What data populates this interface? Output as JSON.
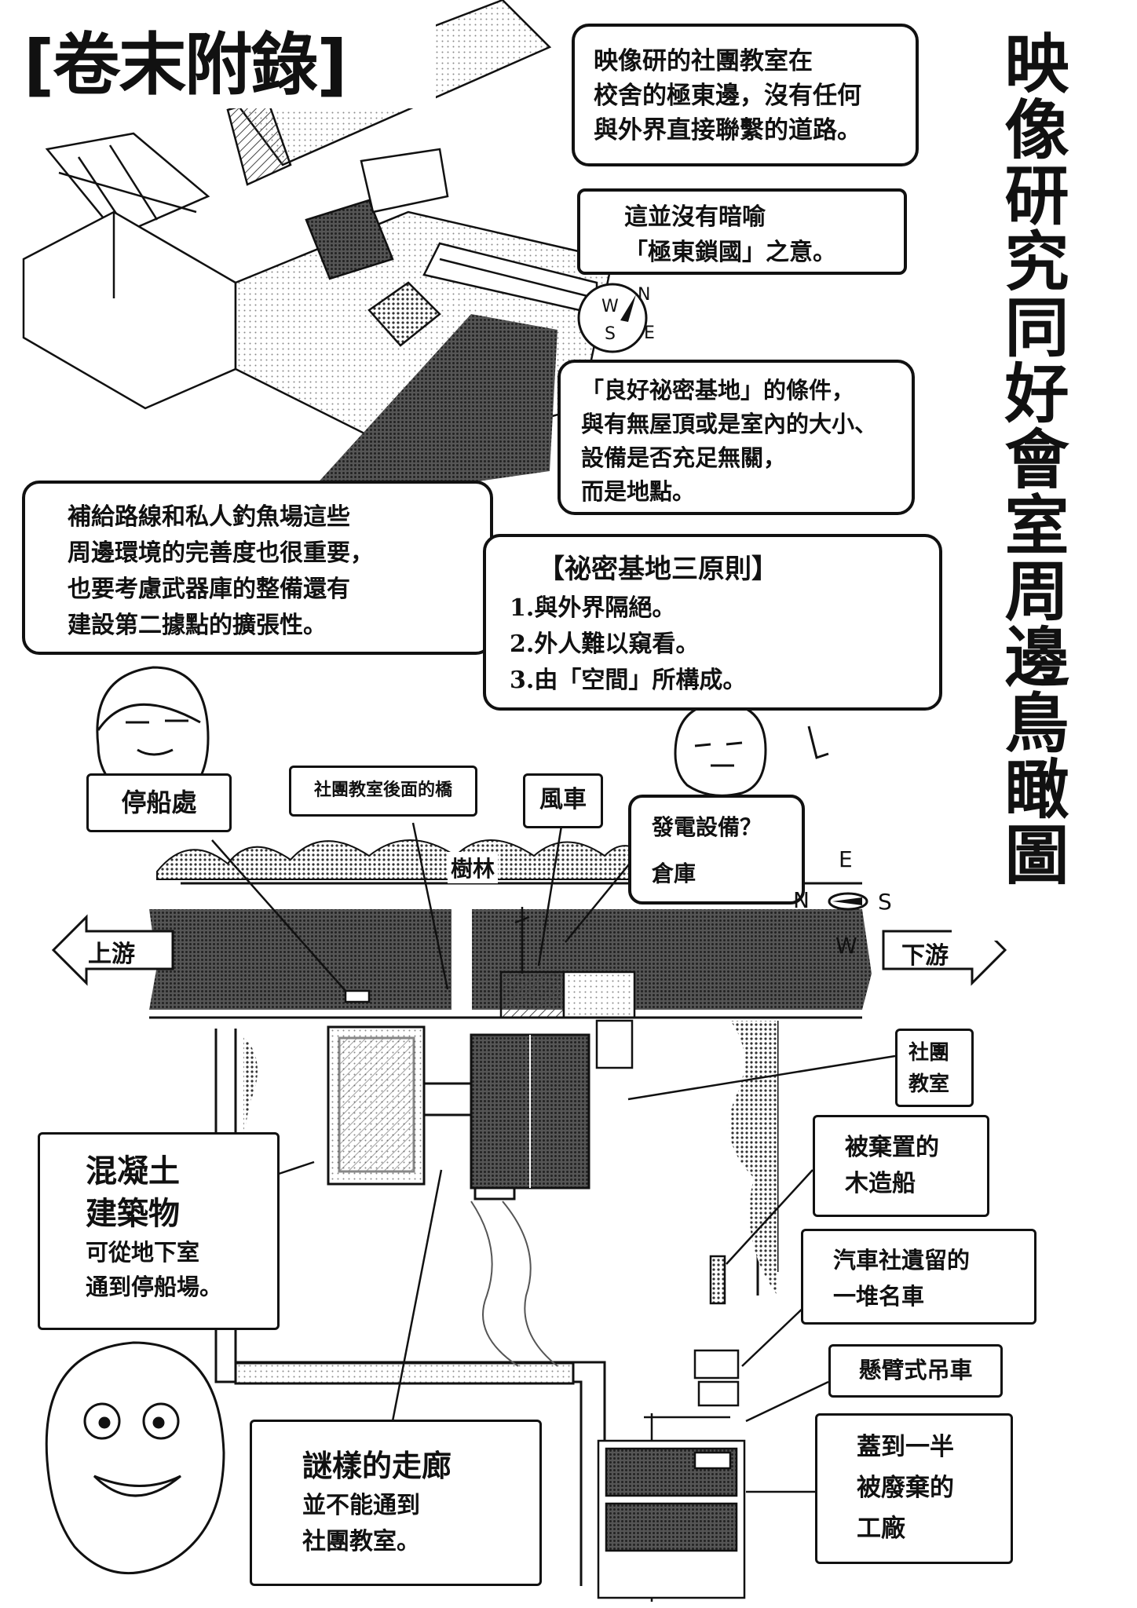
{
  "header": {
    "appendix_label": "[卷末附錄]",
    "vertical_title": "映像研究同好會室周邊鳥瞰圖"
  },
  "bubbles": {
    "intro": [
      "映像研的社團教室在",
      "校舍的極東邊，沒有任何",
      "與外界直接聯繫的道路。"
    ],
    "note": [
      "這並沒有暗喻",
      "「極東鎖國」之意。"
    ],
    "condition": [
      "「良好祕密基地」的條件，",
      "與有無屋頂或是室內的大小、",
      "設備是否充足無關，",
      "而是地點。"
    ],
    "supply": [
      "補給路線和私人釣魚場這些",
      "周邊環境的完善度也很重要，",
      "也要考慮武器庫的整備還有",
      "建設第二據點的擴張性。"
    ],
    "principles": {
      "title": "【祕密基地三原則】",
      "items": [
        "1.與外界隔絕。",
        "2.外人難以窺看。",
        "3.由「空間」所構成。"
      ]
    }
  },
  "compass_top": {
    "n": "N",
    "w": "W",
    "s": "S",
    "e": "E"
  },
  "compass_map": {
    "e": "E",
    "n": "N",
    "s": "S",
    "w": "W"
  },
  "map_labels": {
    "boat_dock": "停船處",
    "back_bridge": "社團教室後面的橋",
    "windmill": "風車",
    "power": "發電設備？",
    "warehouse": "倉庫",
    "woods": "樹林",
    "upstream": "上游",
    "downstream": "下游",
    "club_room": [
      "社團",
      "教室"
    ],
    "concrete": {
      "title": [
        "混凝土",
        "建築物"
      ],
      "body": [
        "可從地下室",
        "通到停船場。"
      ]
    },
    "abandoned_boat": [
      "被棄置的",
      "木造船"
    ],
    "cars": [
      "汽車社遺留的",
      "一堆名車"
    ],
    "crane": "懸臂式吊車",
    "corridor": {
      "title": "謎樣的走廊",
      "body": [
        "並不能通到",
        "社團教室。"
      ]
    },
    "factory": [
      "蓋到一半",
      "被廢棄的",
      "工廠"
    ]
  }
}
